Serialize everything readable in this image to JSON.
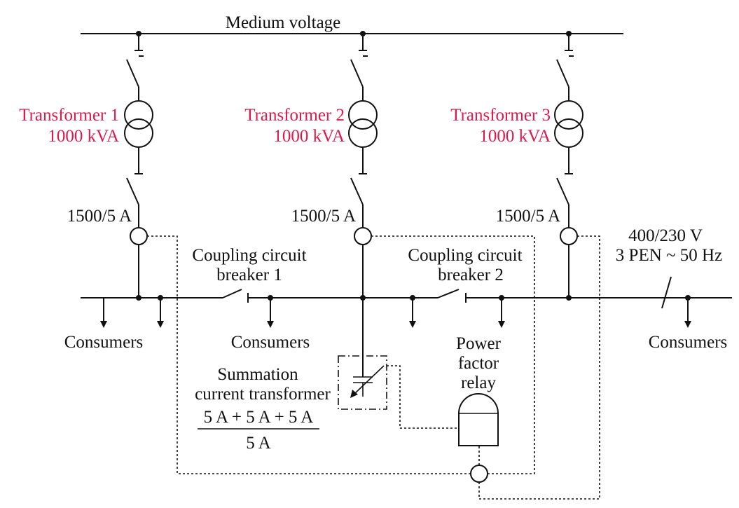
{
  "busbars": {
    "medium_voltage": "Medium voltage",
    "low_voltage_line1": "400/230 V",
    "low_voltage_line2": "3 PEN ~ 50 Hz"
  },
  "transformers": [
    {
      "name": "Transformer 1",
      "rating": "1000 kVA",
      "ct_ratio": "1500/5 A"
    },
    {
      "name": "Transformer 2",
      "rating": "1000 kVA",
      "ct_ratio": "1500/5 A"
    },
    {
      "name": "Transformer 3",
      "rating": "1000 kVA",
      "ct_ratio": "1500/5 A"
    }
  ],
  "coupling_breakers": [
    {
      "line1": "Coupling circuit",
      "line2": "breaker 1"
    },
    {
      "line1": "Coupling circuit",
      "line2": "breaker 2"
    }
  ],
  "consumers": [
    "Consumers",
    "Consumers",
    "Consumers"
  ],
  "summation_ct": {
    "line1": "Summation",
    "line2": "current transformer",
    "numerator": "5 A + 5 A + 5 A",
    "denominator": "5 A"
  },
  "relay": {
    "line1": "Power",
    "line2": "factor",
    "line3": "relay"
  },
  "colors": {
    "transformer_label": "#e0194b",
    "line": "#111111"
  }
}
